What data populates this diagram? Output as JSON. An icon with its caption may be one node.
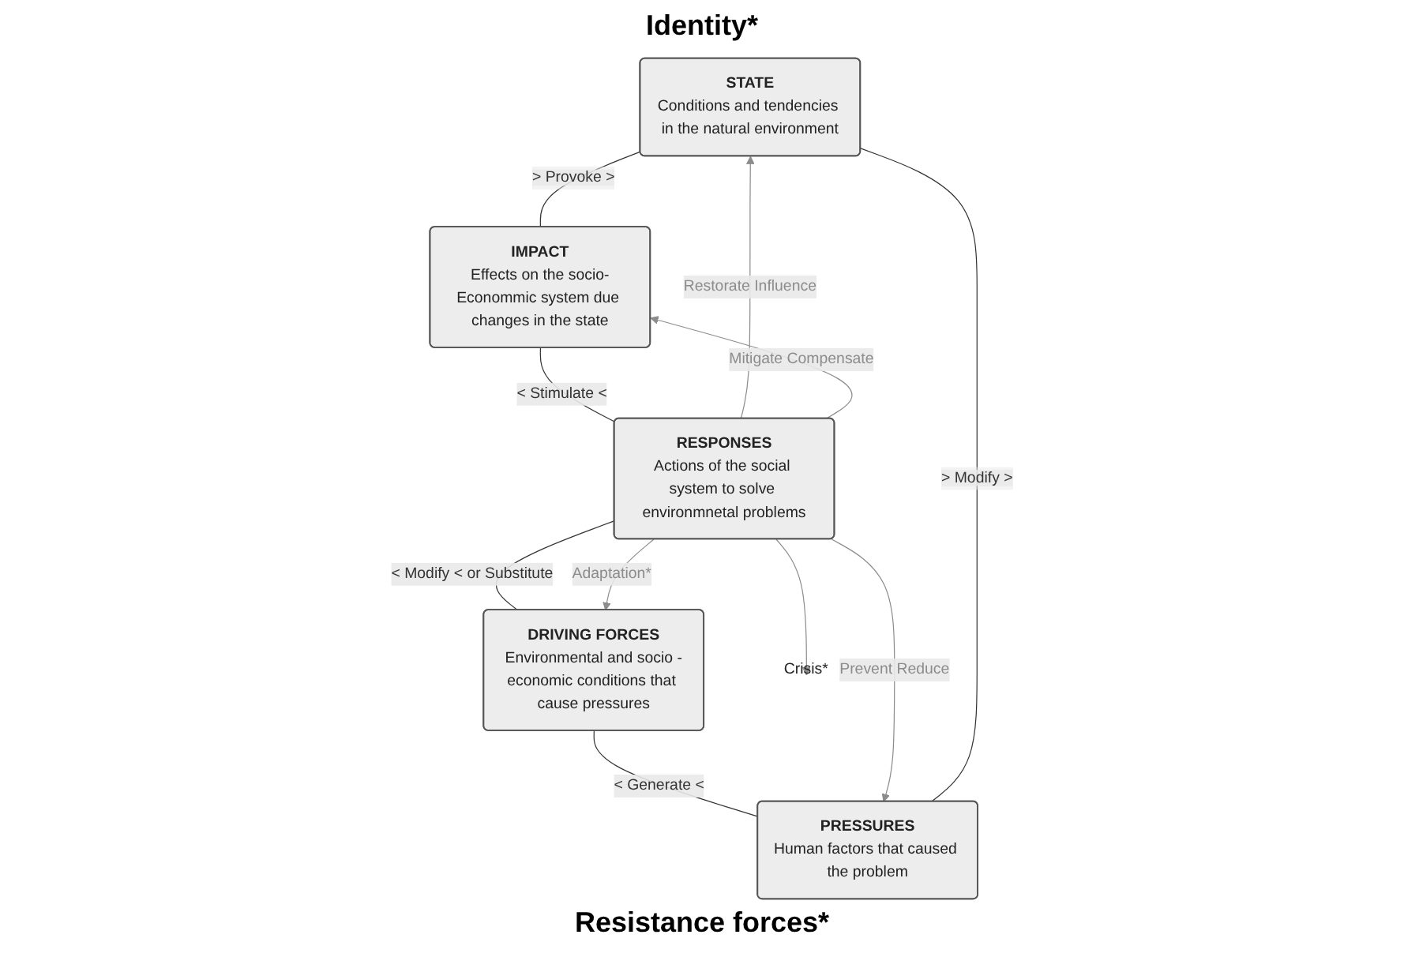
{
  "diagram": {
    "nodes": [
      {
        "text": [
          "STATE",
          "Conditions and tendencies in the natural environment"
        ]
      },
      {
        "text": [
          "PRESSURES",
          "Human factors that caused the problem"
        ]
      },
      {
        "text": [
          "IMPACT",
          "Effects on the socio-Econommic system due changes in the state"
        ]
      },
      {
        "text": [
          "DRIVING FORCES",
          "Environmental and socio -economic conditions that cause pressures"
        ]
      },
      {
        "text": [
          "RESPONSES",
          "Actions of the social system to solve environmnetal problems"
        ]
      },
      {
        "text": [
          "Crisis*"
        ]
      }
    ],
    "edges": [
      {
        "from": 1,
        "to": 0,
        "arrow": "none",
        "label": "> Modify >"
      },
      {
        "from": 0,
        "to": 2,
        "arrow": "none",
        "label": "> Provoke >"
      },
      {
        "from": 2,
        "to": 4,
        "arrow": "none",
        "label": "< Stimulate <"
      },
      {
        "from": 4,
        "to": 3,
        "arrow": "none",
        "label": "< Modify < or Substitute"
      },
      {
        "from": 3,
        "to": 1,
        "arrow": "none",
        "label": "< Generate <"
      },
      {
        "from": 4,
        "to": 0,
        "arrow": "to",
        "label": "Restorate Influence",
        "color": "#8c8c8c"
      },
      {
        "from": 4,
        "to": 1,
        "arrow": "to",
        "label": "Prevent Reduce",
        "color": "#8c8c8c"
      },
      {
        "from": 4,
        "to": 2,
        "arrow": "to",
        "label": "Mitigate Compensate",
        "color": "#8c8c8c"
      },
      {
        "from": 4,
        "to": 3,
        "arrow": "to",
        "label": "Adaptation*",
        "color": "#8c8c8c"
      },
      {
        "from": 4,
        "to": 5,
        "arrow": "to",
        "color": "#8c8c8c"
      }
    ],
    "labels": [
      "Identity*",
      "Resistance forces*"
    ]
  }
}
